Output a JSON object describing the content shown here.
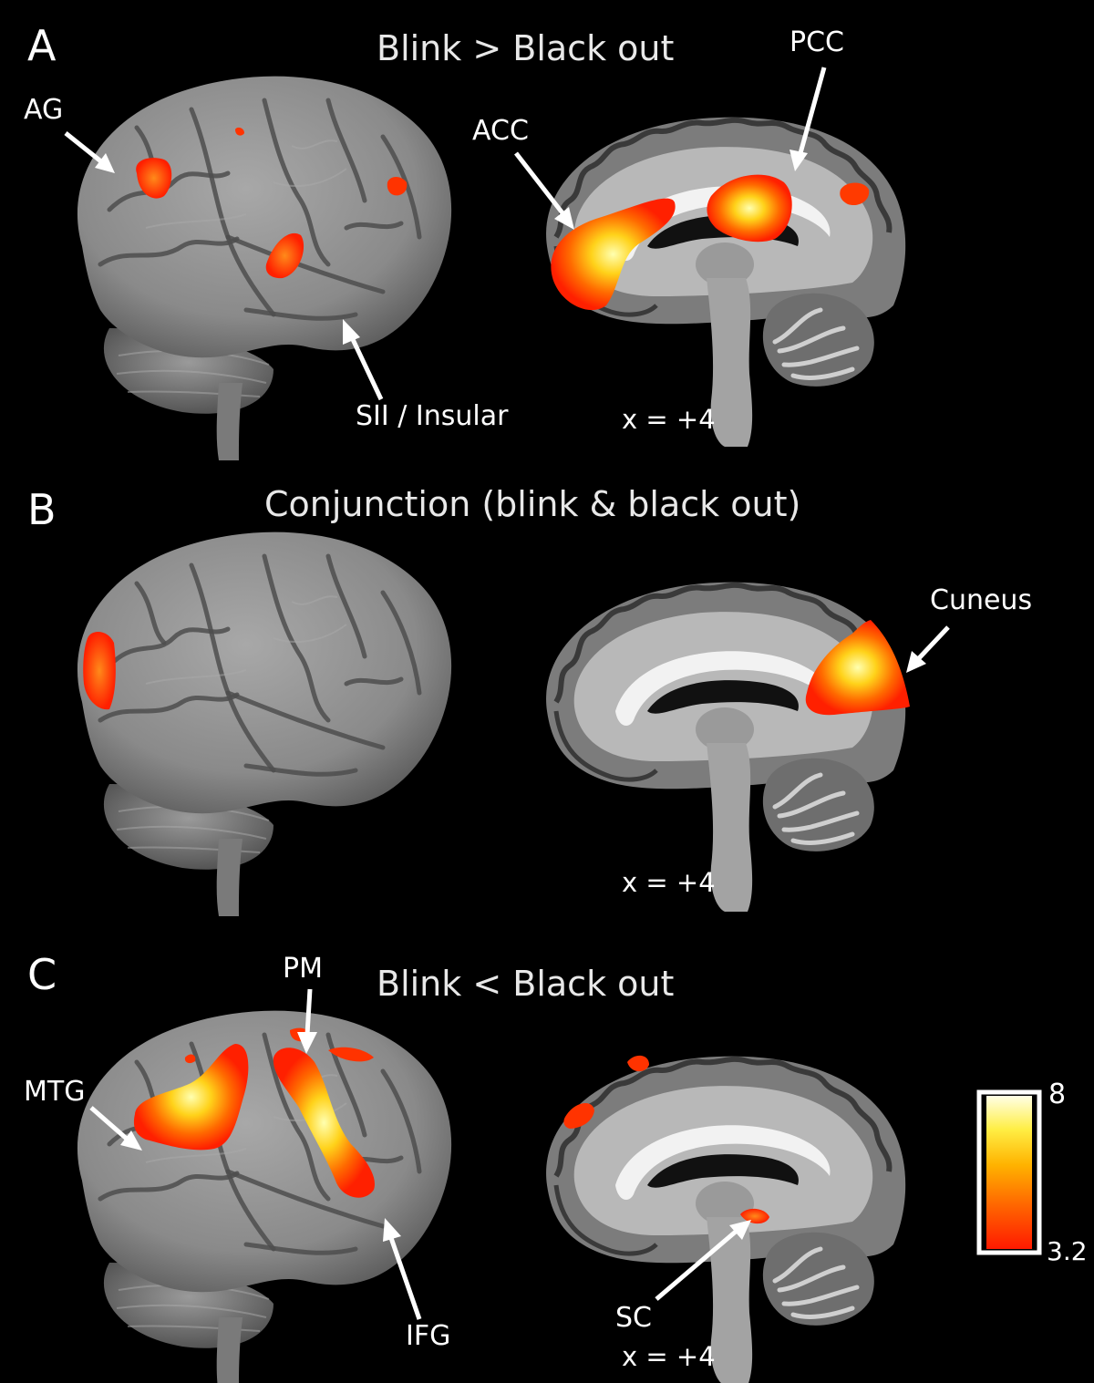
{
  "panels": {
    "A": {
      "letter": "A",
      "title": "Blink >  Black out",
      "labels": {
        "ag": "AG",
        "sii": "SII / Insular",
        "acc": "ACC",
        "pcc": "PCC"
      },
      "coordinate": "x = +4"
    },
    "B": {
      "letter": "B",
      "title": "Conjunction (blink & black out)",
      "labels": {
        "cuneus": "Cuneus"
      },
      "coordinate": "x = +4"
    },
    "C": {
      "letter": "C",
      "title": "Blink <  Black out",
      "labels": {
        "pm": "PM",
        "mtg": "MTG",
        "ifg": "IFG",
        "sc": "SC"
      },
      "coordinate": "x = +4"
    }
  },
  "colorbar": {
    "max_label": "8",
    "min_label": "3.2",
    "max_value": 8,
    "min_value": 3.2,
    "colors": [
      "#ff1a00",
      "#ff6a00",
      "#ffb300",
      "#ffee44",
      "#ffffe0"
    ]
  },
  "colors": {
    "background": "#000000",
    "brain": "#8c8c8c",
    "activation_low": "#ff2a00",
    "activation_high": "#ffff80"
  }
}
